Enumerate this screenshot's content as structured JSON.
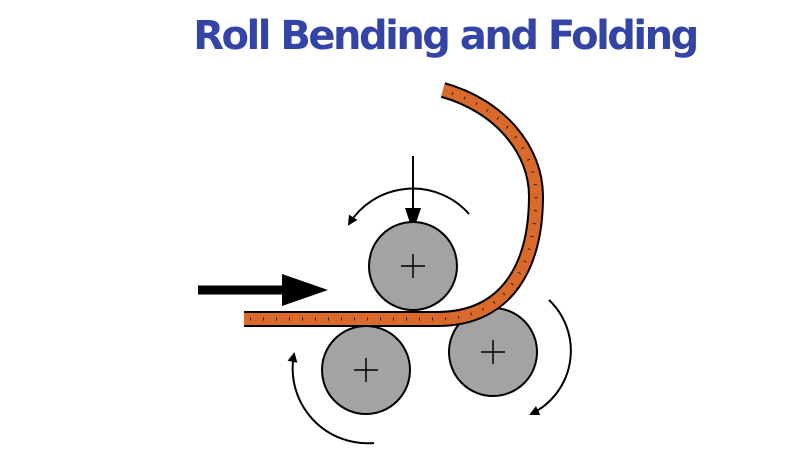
{
  "title": "Roll Bending and Folding",
  "colors": {
    "title": "#3344a6",
    "sheet": "#d96a2b",
    "roller": "#a3a3a3",
    "outline": "#000000"
  },
  "icons": {
    "roller": "circle-with-plus",
    "feed_direction": "arrow-right",
    "pressure": "arrow-down",
    "rotation": "curved-arrow"
  }
}
